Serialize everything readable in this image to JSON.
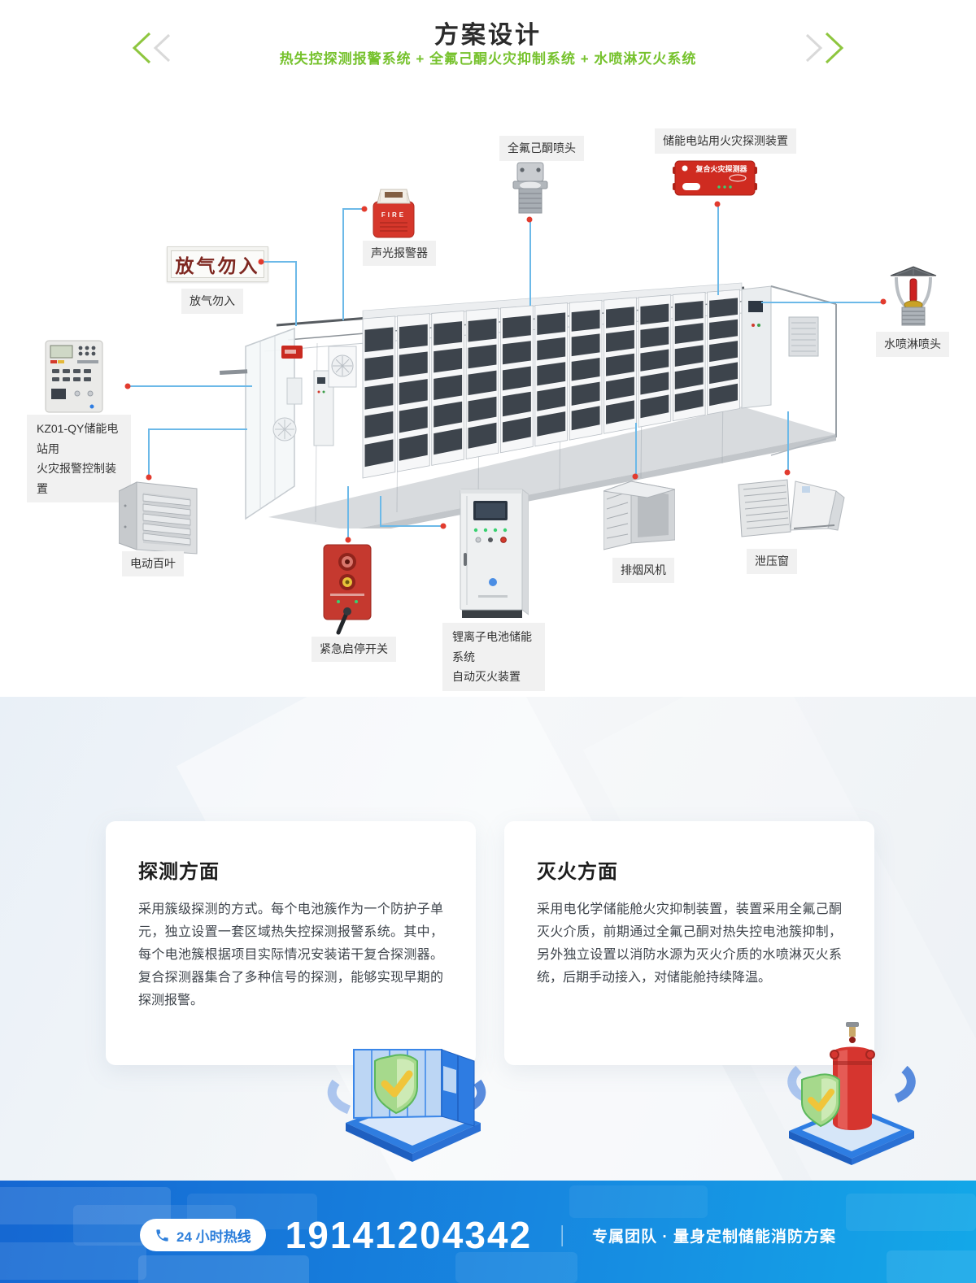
{
  "header": {
    "title": "方案设计",
    "subtitle": "热失控探测报警系统 + 全氟己酮火灾抑制系统 + 水喷淋灭火系统"
  },
  "diagram": {
    "labels": {
      "hfc_nozzle": "全氟己酮喷头",
      "fire_detector": "储能电站用火灾探测装置",
      "detector_device_title": "复合火灾探测器",
      "sound_light_alarm": "声光报警器",
      "alarm_device_text": "FIRE",
      "vent_sign": "放气勿入",
      "vent_sign_device_text": "放气勿入",
      "control_panel_line1": "KZ01-QY储能电站用",
      "control_panel_line2": "火灾报警控制装置",
      "louver": "电动百叶",
      "emergency_switch": "紧急启停开关",
      "suppression_cabinet_line1": "锂离子电池储能系统",
      "suppression_cabinet_line2": "自动灭火装置",
      "exhaust_fan": "排烟风机",
      "relief_window": "泄压窗",
      "water_sprinkler": "水喷淋喷头"
    }
  },
  "cards": {
    "detection": {
      "title": "探测方面",
      "body": "采用簇级探测的方式。每个电池簇作为一个防护子单元，独立设置一套区域热失控探测报警系统。其中，每个电池簇根据项目实际情况安装诺干复合探测器。复合探测器集合了多种信号的探测，能够实现早期的探测报警。"
    },
    "extinguish": {
      "title": "灭火方面",
      "body": "采用电化学储能舱火灾抑制装置，装置采用全氟己酮灭火介质，前期通过全氟己酮对热失控电池簇抑制，另外独立设置以消防水源为灭火介质的水喷淋灭火系统，后期手动接入，对储能舱持续降温。"
    }
  },
  "footer": {
    "hotline_label": "24 小时热线",
    "phone": "19141204342",
    "divider": "｜",
    "tagline": "专属团队 · 量身定制储能消防方案"
  },
  "colors": {
    "accent_green": "#76c22d",
    "line_blue": "#6cb9e8",
    "dot_red": "#e23b2e",
    "footer_blue_start": "#1567d2",
    "footer_blue_end": "#13a8e8"
  }
}
